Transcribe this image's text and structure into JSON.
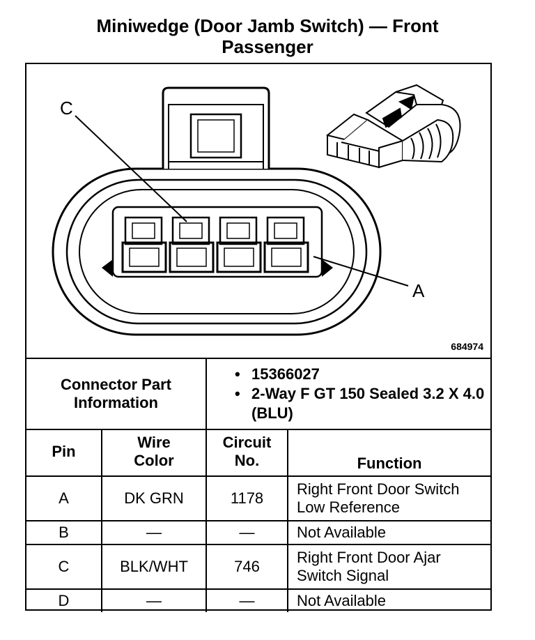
{
  "title": {
    "line1": "Miniwedge (Door Jamb Switch) — Front",
    "line2": "Passenger"
  },
  "figure": {
    "number": "684974",
    "callouts": {
      "c": "C",
      "a": "A"
    }
  },
  "connector_info": {
    "label_line1": "Connector Part",
    "label_line2": "Information",
    "items": [
      "15366027",
      "2-Way F GT 150 Sealed 3.2 X 4.0 (BLU)"
    ]
  },
  "table": {
    "headers": {
      "pin": "Pin",
      "wire_line1": "Wire",
      "wire_line2": "Color",
      "circuit_line1": "Circuit",
      "circuit_line2": "No.",
      "function": "Function"
    },
    "rows": [
      {
        "pin": "A",
        "wire": "DK GRN",
        "circuit": "1178",
        "function_line1": "Right Front Door Switch",
        "function_line2": "Low Reference"
      },
      {
        "pin": "B",
        "wire": "—",
        "circuit": "—",
        "function_line1": "Not Available",
        "function_line2": ""
      },
      {
        "pin": "C",
        "wire": "BLK/WHT",
        "circuit": "746",
        "function_line1": "Right Front Door Ajar",
        "function_line2": "Switch Signal"
      },
      {
        "pin": "D",
        "wire": "—",
        "circuit": "—",
        "function_line1": "Not Available",
        "function_line2": ""
      }
    ]
  }
}
